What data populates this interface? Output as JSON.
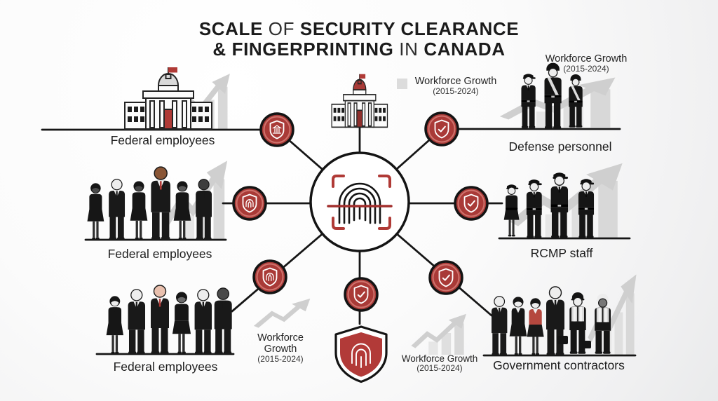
{
  "title": {
    "scale": "SCALE",
    "of": "OF",
    "security_clearance": "SECURITY CLEARANCE",
    "amp_fingerprinting": "& FINGERPRINTING",
    "in": "IN",
    "canada": "CANADA"
  },
  "legend": {
    "line1": "Workforce Growth",
    "line2": "(2015-2024)",
    "swatch_color": "#dcdcdc"
  },
  "groups": {
    "federal_top": {
      "label": "Federal employees"
    },
    "federal_mid": {
      "label": "Federal employees"
    },
    "federal_bottom": {
      "label": "Federal employees"
    },
    "defense": {
      "label": "Defense personnel"
    },
    "rcmp": {
      "label": "RCMP staff"
    },
    "contractors": {
      "label": "Government contractors"
    }
  },
  "growth_labels": {
    "defense": {
      "line1": "Workforce Growth",
      "line2": "(2015-2024)"
    },
    "bottom_left": {
      "line1": "Workforce",
      "line2": "Growth",
      "line3": "(2015-2024)"
    },
    "bottom_center": {
      "line1": "Workforce Growth",
      "line2": "(2015-2024)"
    }
  },
  "icons": {
    "center": "fingerprint-scan-icon",
    "badges": [
      "shield-bank-icon",
      "shield-fingerprint-icon",
      "shield-fingerprint-icon",
      "shield-check-icon",
      "shield-check-icon",
      "shield-check-icon",
      "shield-check-icon"
    ],
    "bottom": "fingerprint-shield-icon",
    "background": [
      "capitol-building-icon",
      "growth-arrow-icon"
    ]
  },
  "colors": {
    "badge_red": "#a93a37",
    "badge_ring": "#cf736d",
    "shield_red": "#b23a38",
    "scan_red": "#a3302e",
    "accent_red": "#b03a36",
    "line_black": "#161616",
    "silhouette": "#191919",
    "arrow_gray": "#d7d7d7",
    "legend_swatch": "#dcdcdc"
  }
}
